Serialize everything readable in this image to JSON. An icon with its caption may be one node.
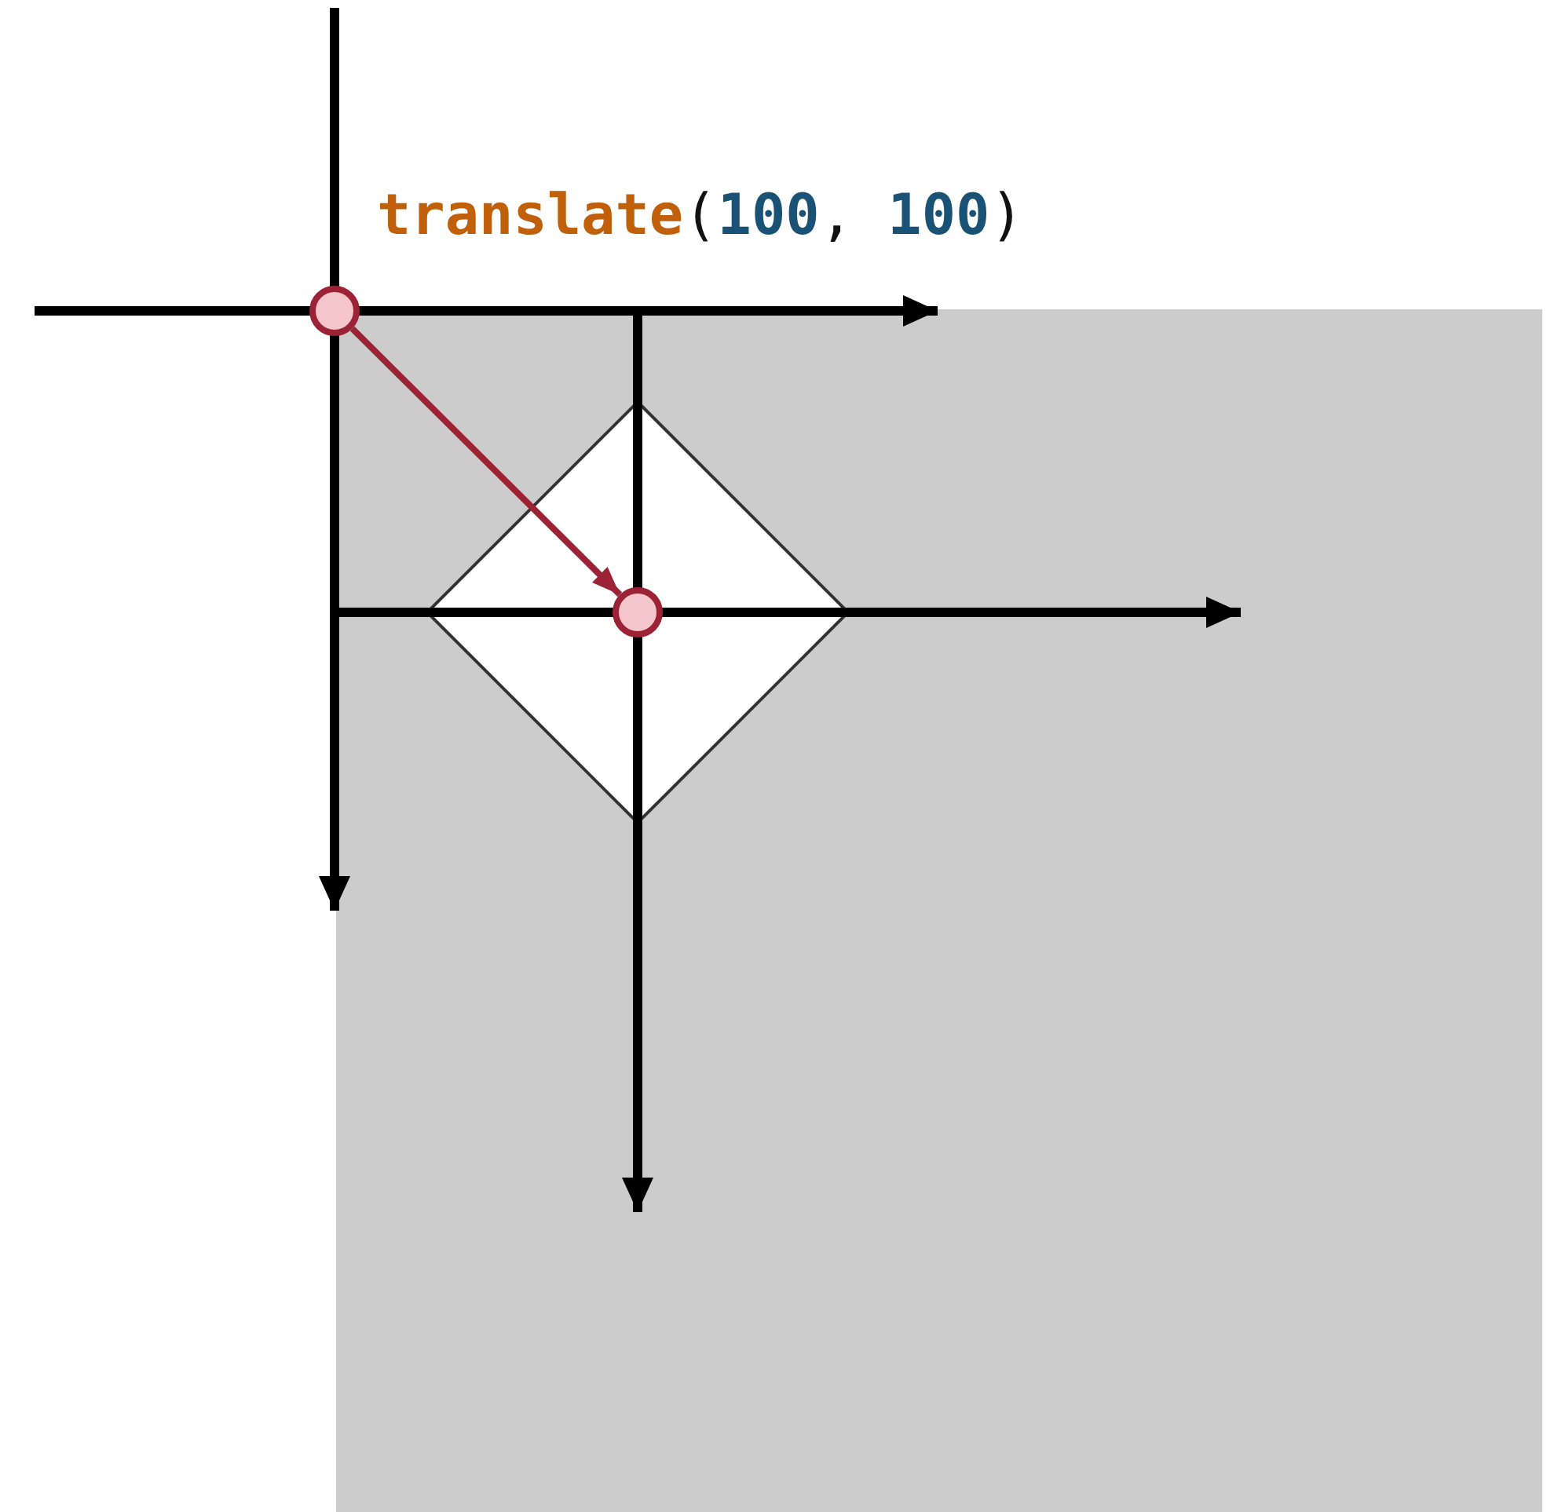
{
  "diagram": {
    "nodes": [
      {
        "text": [],
        "shape": "circle"
      },
      {
        "text": [],
        "shape": "circle"
      }
    ],
    "edges": [
      {
        "from": 0,
        "to": 1,
        "arrow": "to",
        "color": "#9b2335"
      }
    ],
    "labels": [
      "translate(100, 100)"
    ]
  }
}
